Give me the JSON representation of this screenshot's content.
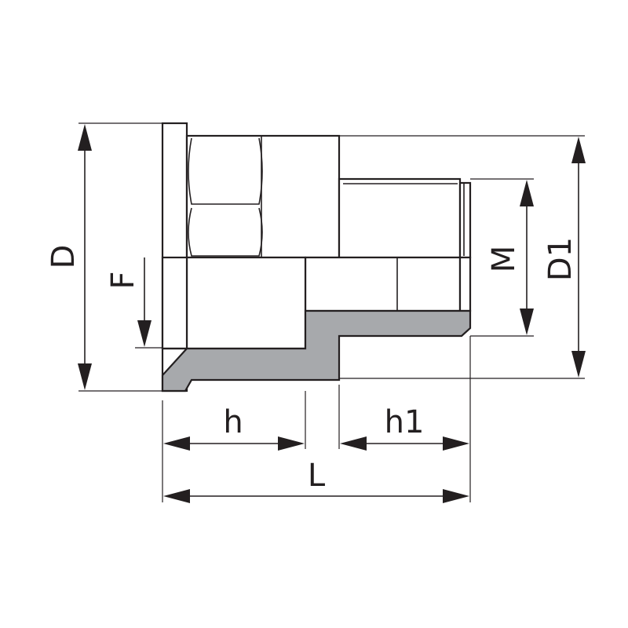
{
  "diagram": {
    "labels": {
      "D": "D",
      "F": "F",
      "M": "M",
      "D1": "D1",
      "h": "h",
      "h1": "h1",
      "L": "L"
    },
    "colors": {
      "line": "#231f20",
      "section_fill": "#a7a9ac",
      "background": "#ffffff"
    }
  }
}
